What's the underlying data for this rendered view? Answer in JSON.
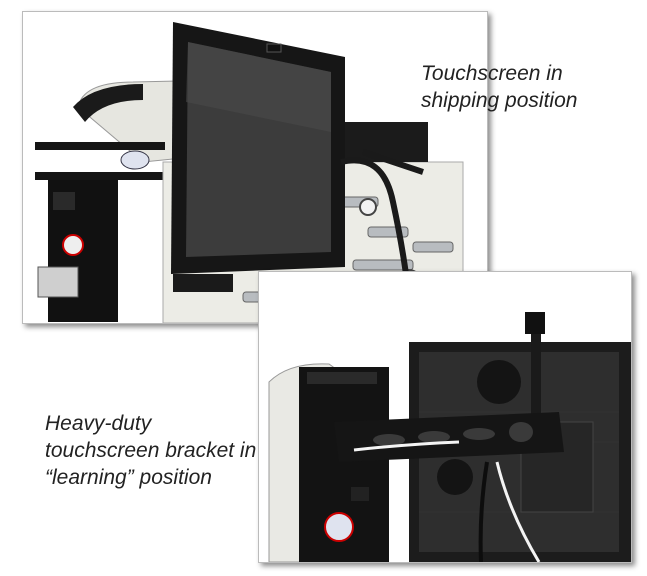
{
  "captions": {
    "shipping": [
      "Touchscreen in",
      "shipping position"
    ],
    "learning": [
      "Heavy-duty",
      "touchscreen bracket in",
      "“learning” position"
    ]
  },
  "photos": {
    "top": {
      "subject": "touchscreen-shipping-position"
    },
    "bottom": {
      "subject": "touchscreen-bracket-learning-position"
    }
  },
  "colors": {
    "background": "#ffffff",
    "caption_text": "#222222",
    "cabinet_black": "#111111",
    "panel_white": "#e9e9e4",
    "monitor_black": "#161616",
    "steel": "#b8bcc0"
  }
}
